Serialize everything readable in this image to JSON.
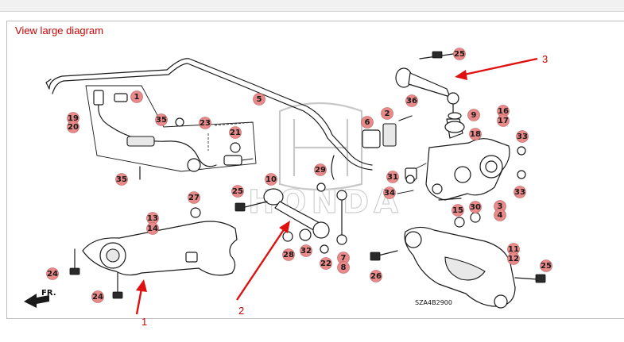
{
  "header": {
    "link_label": "View large diagram"
  },
  "diagram": {
    "code": "SZA4B2900",
    "front_label": "FR.",
    "callouts": [
      {
        "n": "1"
      },
      {
        "n": "2"
      },
      {
        "n": "3"
      },
      {
        "n": "4"
      },
      {
        "n": "5"
      },
      {
        "n": "6"
      },
      {
        "n": "7"
      },
      {
        "n": "8"
      },
      {
        "n": "9"
      },
      {
        "n": "10"
      },
      {
        "n": "11"
      },
      {
        "n": "12"
      },
      {
        "n": "13"
      },
      {
        "n": "14"
      },
      {
        "n": "15"
      },
      {
        "n": "16"
      },
      {
        "n": "17"
      },
      {
        "n": "18"
      },
      {
        "n": "19"
      },
      {
        "n": "20"
      },
      {
        "n": "21"
      },
      {
        "n": "22"
      },
      {
        "n": "23"
      },
      {
        "n": "24"
      },
      {
        "n": "24"
      },
      {
        "n": "25"
      },
      {
        "n": "25"
      },
      {
        "n": "25"
      },
      {
        "n": "26"
      },
      {
        "n": "27"
      },
      {
        "n": "28"
      },
      {
        "n": "29"
      },
      {
        "n": "30"
      },
      {
        "n": "31"
      },
      {
        "n": "32"
      },
      {
        "n": "33"
      },
      {
        "n": "33"
      },
      {
        "n": "34"
      },
      {
        "n": "35"
      },
      {
        "n": "35"
      },
      {
        "n": "36"
      }
    ],
    "annotations": [
      {
        "label": "1"
      },
      {
        "label": "2"
      },
      {
        "label": "3"
      }
    ]
  },
  "colors": {
    "link": "#cc0000",
    "arrow": "#e01010",
    "callout_fill": "#e98a8a"
  }
}
